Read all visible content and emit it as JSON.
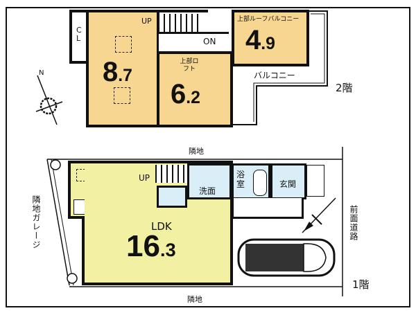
{
  "floor2": {
    "label": "2階",
    "rooms": [
      {
        "id": "western-room",
        "size": "8",
        "size_dec": ".7"
      },
      {
        "id": "loft-room",
        "size": "6",
        "size_dec": ".2",
        "note": "上部ロフト"
      },
      {
        "id": "roof-balcony-room",
        "size": "4",
        "size_dec": ".9",
        "note": "上部ルーフバルコニー"
      }
    ],
    "closet": "CL",
    "up": "UP",
    "on": "ON",
    "balcony": "バルコニー"
  },
  "floor1": {
    "label": "1階",
    "ldk_label": "LDK",
    "ldk_size": "16",
    "ldk_size_dec": ".3",
    "up": "UP",
    "washroom": "洗面",
    "bathroom": "浴室",
    "entrance": "玄関"
  },
  "surroundings": {
    "neighbor_top": "隣地",
    "neighbor_bottom": "隣地",
    "neighbor_garage": "隣地ガレージ",
    "front_road": "前面道路",
    "compass_north": "N"
  },
  "colors": {
    "bedroom": "#f6d690",
    "ldk": "#f2f0a2",
    "wet_area": "#d9eef6",
    "wall": "#111111"
  }
}
